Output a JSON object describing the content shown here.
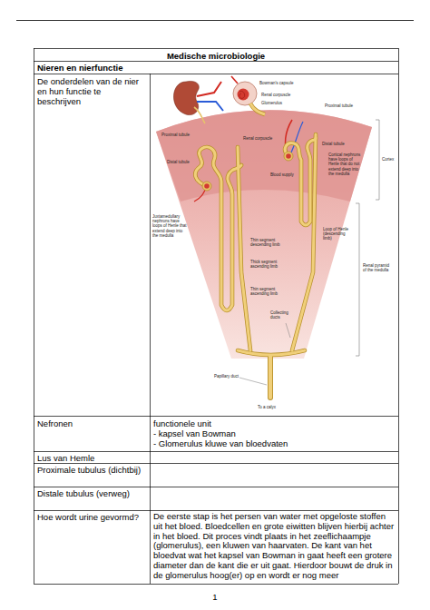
{
  "diagram": {
    "title": "Medische microbiologie",
    "labels": [
      "Nieren en nierfunctie",
      "De onderdelen van de nier en hun functie te beschrijven",
      "Bowman's capsule",
      "Renal corpuscle",
      "Glomerulus",
      "Proximal tubule",
      "Proximal tubule",
      "Distal tubule",
      "Renal corpuscle",
      "Blood supply",
      "Distal tubule",
      "Cortical nephrons have loops of Henle that do not extend deep into the medulla",
      "Cortex",
      "Juxtamedullary nephrons have loops of Henle that extend deep into the medulla",
      "Thin segment descending limb",
      "Loop of Henle (descending limb)",
      "Thick segment ascending limb",
      "Thin segment ascending limb",
      "Collecting ducts",
      "Renal pyramid of the medulla",
      "Papillary duct",
      "To a calyx",
      "Nefronen",
      "functionele unit",
      "- kapsel van Bowman",
      "- Glomerulus kluwe van bloedvaten",
      "Lus van Hemle",
      "Proximale tubulus (dichtbij)",
      "Distale tubulus (verweg)",
      "Hoe wordt urine gevormd?",
      "De eerste stap is het persen van water met opgeloste stoffen uit het bloed. Bloedcellen en grote eiwitten blijven hierbij achter in het bloed. Dit proces vindt plaats in het zeeflichaampje (glomerulus), een kluwen van haarvaten. De kant van het bloedvat wat het kapsel van Bowman in gaat heeft een grotere diameter dan de kant die er uit gaat. Hierdoor bouwt de druk in de glomerulus hoog(er) op en wordt er nog meer",
      "1"
    ]
  }
}
